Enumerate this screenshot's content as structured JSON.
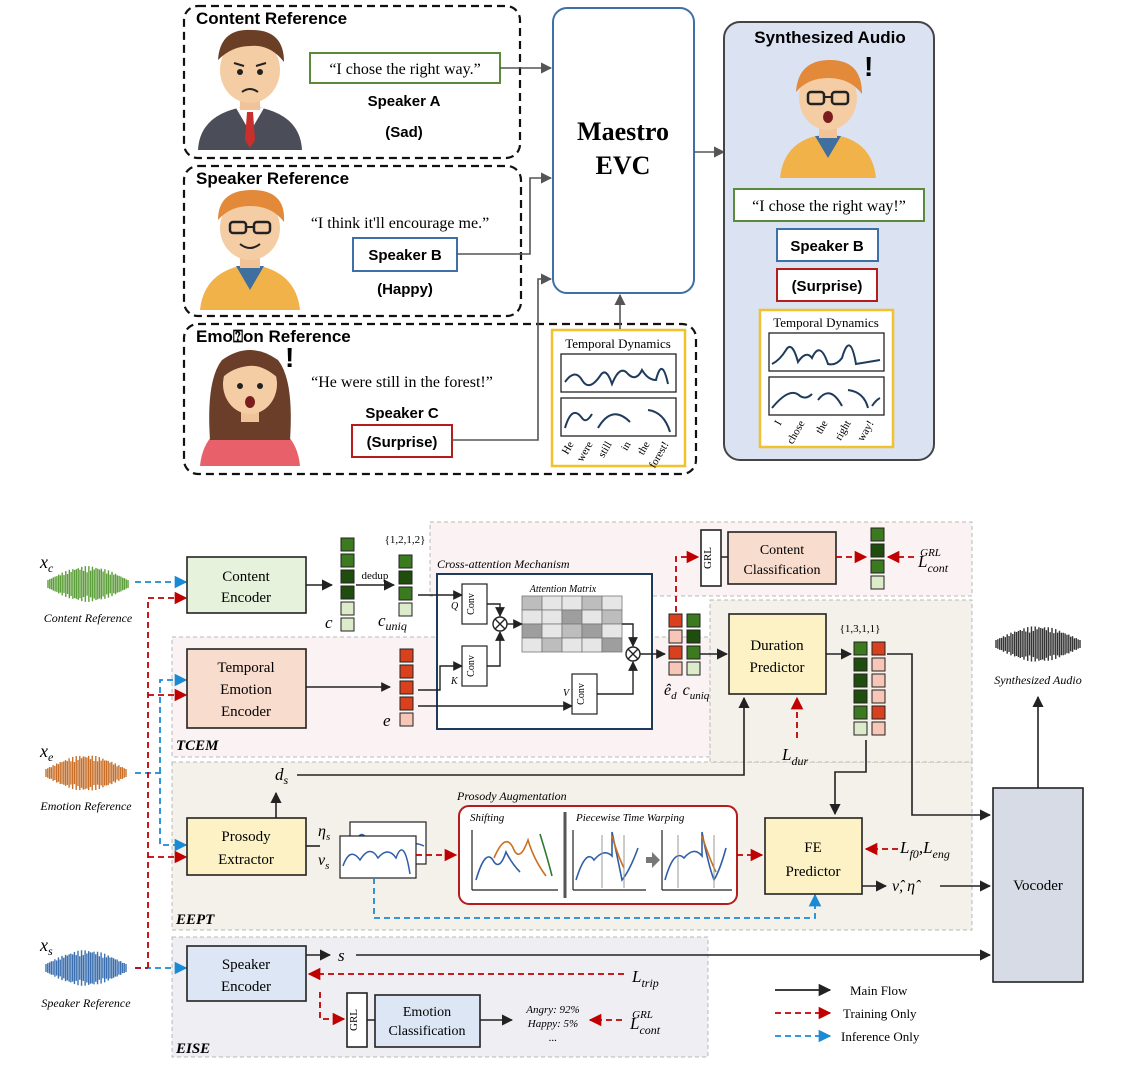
{
  "top": {
    "content_ref": {
      "title": "Content Reference",
      "quote": "“I chose the right way.”",
      "speaker": "Speaker A",
      "emotion": "(Sad)"
    },
    "speaker_ref": {
      "title": "Speaker Reference",
      "quote": "“I think it'll encourage me.”",
      "speaker": "Speaker B",
      "emotion": "(Happy)"
    },
    "emotion_ref": {
      "title": "Emo\u0000on Reference",
      "title_display": "Emo⍰on Reference",
      "quote": "“He were still in the forest!”",
      "speaker": "Speaker C",
      "emotion": "(Surprise)"
    },
    "maestro": {
      "line1": "Maestro",
      "line2": "EVC"
    },
    "synth": {
      "title": "Synthesized Audio",
      "quote": "“I chose the right way!”",
      "speaker": "Speaker B",
      "emotion": "(Surprise)"
    },
    "temporal_title": "Temporal Dynamics",
    "words_input": [
      "He",
      "were",
      "still",
      "in",
      "the",
      "forest!"
    ],
    "words_output": [
      "I",
      "chose",
      "the",
      "right",
      "way!"
    ]
  },
  "bottom": {
    "xc": {
      "sym": "x",
      "sub": "c",
      "label": "Content Reference"
    },
    "xe": {
      "sym": "x",
      "sub": "e",
      "label": "Emotion Reference"
    },
    "xs": {
      "sym": "x",
      "sub": "s",
      "label": "Speaker Reference"
    },
    "content_encoder": [
      "Content",
      "Encoder"
    ],
    "tce_encoder": [
      "Temporal",
      "Emotion",
      "Encoder"
    ],
    "prosody_extractor": [
      "Prosody",
      "Extractor"
    ],
    "speaker_encoder": [
      "Speaker",
      "Encoder"
    ],
    "content_classification": [
      "Content",
      "Classification"
    ],
    "emotion_classification": [
      "Emotion",
      "Classification"
    ],
    "duration_predictor": [
      "Duration",
      "Predictor"
    ],
    "fe_predictor": [
      "FE",
      "Predictor"
    ],
    "vocoder": "Vocoder",
    "grl": "GRL",
    "conv": "Conv",
    "dedup": "dedup",
    "set_uniq": "{1,2,1,2}",
    "set_dur": "{1,3,1,1}",
    "cross_attention": "Cross-attention Mechanism",
    "attention_matrix": "Attention Matrix",
    "prosody_aug": "Prosody Augmentation",
    "shifting": "Shifting",
    "ptw": "Piecewise Time Warping",
    "section_tcem": "TCEM",
    "section_eept": "EEPT",
    "section_eise": "EISE",
    "synth_label": "Synthesized Audio",
    "emotion_probs": [
      "Angry: 92%",
      "Happy: 5%",
      "..."
    ],
    "legend": {
      "main": "Main Flow",
      "training": "Training Only",
      "inference": "Inference Only"
    },
    "symbols": {
      "c": "c",
      "c_uniq_main": "c",
      "c_uniq_sub": "uniq",
      "e": "e",
      "ed_hat": "ê",
      "ed_sub": "d",
      "ds": "d",
      "ds_sub": "s",
      "eta": "η",
      "eta_sub": "s",
      "nu": "ν",
      "nu_sub": "s",
      "s": "s",
      "v_eta_hat": "ν̂, η̂",
      "q": "Q",
      "k": "K",
      "v": "V",
      "l_cont": "L",
      "l_cont_sub": "cont",
      "l_cont_sup": "GRL",
      "l_dur": "L",
      "l_dur_sub": "dur",
      "l_f0": "L",
      "l_f0_sub": "f0",
      "l_eng": "L",
      "l_eng_sub": "eng",
      "l_trip": "L",
      "l_trip_sub": "trip"
    }
  },
  "colors": {
    "green_box": "#e7f2dc",
    "peach_box": "#f8dccd",
    "yellow_box": "#fdf2c6",
    "blue_box": "#dce6f4",
    "vocoder": "#d7dbe5",
    "synth_panel": "#dbe3f3",
    "red_dash": "#c00000",
    "blue_dash": "#1a8ad4",
    "quote_green": "#5a8a3a",
    "speaker_blue": "#3d6fa8",
    "emotion_red": "#b51c1c",
    "temporal_gold": "#f2c12e"
  }
}
